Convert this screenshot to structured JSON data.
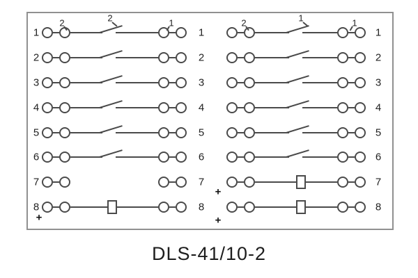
{
  "caption": "DLS-41/10-2",
  "colors": {
    "line": "#4a4a4a",
    "outline": "#909090",
    "text": "#222222"
  },
  "diagram": {
    "rows": [
      {
        "left_label": "1",
        "middle_label": "1",
        "right_label": "1",
        "left_link": "switch",
        "right_link": "switch"
      },
      {
        "left_label": "2",
        "middle_label": "2",
        "right_label": "2",
        "left_link": "switch",
        "right_link": "switch"
      },
      {
        "left_label": "3",
        "middle_label": "3",
        "right_label": "3",
        "left_link": "switch",
        "right_link": "switch"
      },
      {
        "left_label": "4",
        "middle_label": "4",
        "right_label": "4",
        "left_link": "switch",
        "right_link": "switch"
      },
      {
        "left_label": "5",
        "middle_label": "5",
        "right_label": "5",
        "left_link": "switch",
        "right_link": "switch"
      },
      {
        "left_label": "6",
        "middle_label": "6",
        "right_label": "6",
        "left_link": "switch",
        "right_link": "switch"
      },
      {
        "left_label": "7",
        "middle_label": "7",
        "right_label": "7",
        "left_link": "none",
        "right_link": "box"
      },
      {
        "left_label": "8",
        "middle_label": "8",
        "right_label": "8",
        "left_link": "box",
        "right_link": "box"
      }
    ],
    "annotations": [
      {
        "text": "2",
        "pos": "above-left-pair-1"
      },
      {
        "text": "2",
        "pos": "above-left-switch"
      },
      {
        "text": "1",
        "pos": "above-left-pair-2"
      },
      {
        "text": "2",
        "pos": "above-right-pair-1"
      },
      {
        "text": "1",
        "pos": "above-right-switch"
      },
      {
        "text": "1",
        "pos": "above-right-pair-2"
      }
    ],
    "polarity_marks": [
      {
        "text": "+",
        "pos": "below-left-label-8"
      },
      {
        "text": "+",
        "pos": "left-of-right-row-7"
      },
      {
        "text": "+",
        "pos": "left-of-right-row-8"
      }
    ]
  }
}
